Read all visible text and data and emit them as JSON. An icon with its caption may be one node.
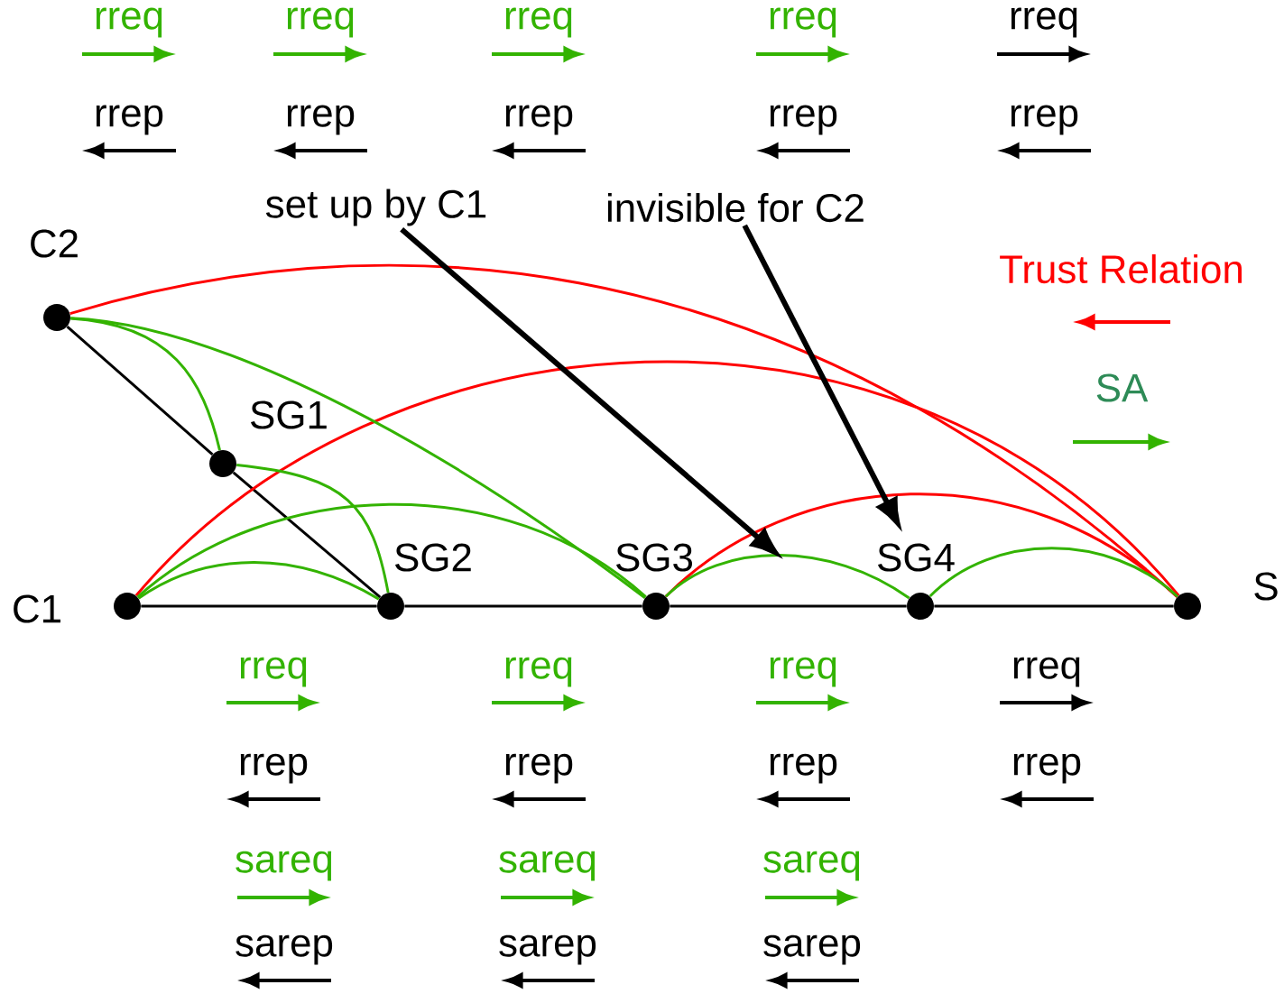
{
  "diagram": {
    "nodes": [
      {
        "text": [
          "C2"
        ]
      },
      {
        "text": [
          "SG1"
        ]
      },
      {
        "text": [
          "C1"
        ]
      },
      {
        "text": [
          "SG2"
        ]
      },
      {
        "text": [
          "SG3"
        ]
      },
      {
        "text": [
          "SG4"
        ]
      },
      {
        "text": [
          "S"
        ]
      },
      {
        "text": [
          "set up by C1"
        ]
      },
      {
        "text": [
          "invisible for C2"
        ]
      }
    ],
    "edges": [
      {
        "from": 0,
        "to": 1,
        "arrow": "none",
        "color": "#000000"
      },
      {
        "from": 1,
        "to": 3,
        "arrow": "none",
        "color": "#000000"
      },
      {
        "from": 2,
        "to": 3,
        "arrow": "none",
        "color": "#000000"
      },
      {
        "from": 3,
        "to": 4,
        "arrow": "none",
        "color": "#000000"
      },
      {
        "from": 4,
        "to": 5,
        "arrow": "none",
        "color": "#000000"
      },
      {
        "from": 5,
        "to": 6,
        "arrow": "none",
        "color": "#000000"
      },
      {
        "from": 0,
        "to": 6,
        "arrow": "none",
        "color": "#ff0000"
      },
      {
        "from": 2,
        "to": 6,
        "arrow": "none",
        "color": "#ff0000"
      },
      {
        "from": 4,
        "to": 6,
        "arrow": "none",
        "color": "#ff0000"
      },
      {
        "from": 0,
        "to": 1,
        "arrow": "none",
        "color": "#33b300"
      },
      {
        "from": 0,
        "to": 4,
        "arrow": "none",
        "color": "#33b300"
      },
      {
        "from": 1,
        "to": 3,
        "arrow": "none",
        "color": "#33b300"
      },
      {
        "from": 2,
        "to": 3,
        "arrow": "none",
        "color": "#33b300"
      },
      {
        "from": 2,
        "to": 4,
        "arrow": "none",
        "color": "#33b300"
      },
      {
        "from": 4,
        "to": 5,
        "arrow": "none",
        "color": "#33b300"
      },
      {
        "from": 5,
        "to": 6,
        "arrow": "none",
        "color": "#33b300"
      },
      {
        "from": 7,
        "to": null,
        "arrow": "to",
        "style": "thick",
        "color": "#000000"
      },
      {
        "from": 8,
        "to": null,
        "arrow": "to",
        "style": "thick",
        "color": "#000000"
      }
    ],
    "labels": [
      "rreq",
      "rreq",
      "rreq",
      "rreq",
      "rreq",
      "rrep",
      "rrep",
      "rrep",
      "rrep",
      "rrep",
      "rreq",
      "rreq",
      "rreq",
      "rreq",
      "rrep",
      "rrep",
      "rrep",
      "rrep",
      "sareq",
      "sareq",
      "sareq",
      "sarep",
      "sarep",
      "sarep"
    ],
    "legend": [
      {
        "text": "Trust Relation"
      },
      {
        "text": "SA"
      }
    ]
  }
}
